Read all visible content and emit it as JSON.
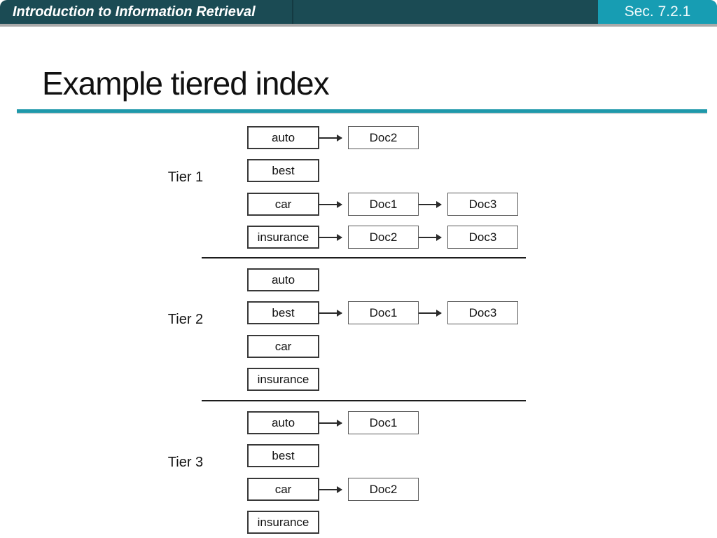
{
  "header": {
    "course_title": "Introduction to Information Retrieval",
    "section_label": "Sec. 7.2.1"
  },
  "slide": {
    "title": "Example tiered index"
  },
  "colors": {
    "header_bar": "#1b4b54",
    "section_tab": "#179db3",
    "header_underline": "#a9a9a9",
    "title_rule": "#1e98aa"
  },
  "diagram": {
    "tiers": [
      {
        "label": "Tier 1",
        "rows": [
          {
            "term": "auto",
            "postings": [
              "Doc2"
            ]
          },
          {
            "term": "best",
            "postings": []
          },
          {
            "term": "car",
            "postings": [
              "Doc1",
              "Doc3"
            ]
          },
          {
            "term": "insurance",
            "postings": [
              "Doc2",
              "Doc3"
            ]
          }
        ]
      },
      {
        "label": "Tier 2",
        "rows": [
          {
            "term": "auto",
            "postings": []
          },
          {
            "term": "best",
            "postings": [
              "Doc1",
              "Doc3"
            ]
          },
          {
            "term": "car",
            "postings": []
          },
          {
            "term": "insurance",
            "postings": []
          }
        ]
      },
      {
        "label": "Tier 3",
        "rows": [
          {
            "term": "auto",
            "postings": [
              "Doc1"
            ]
          },
          {
            "term": "best",
            "postings": []
          },
          {
            "term": "car",
            "postings": [
              "Doc2"
            ]
          },
          {
            "term": "insurance",
            "postings": []
          }
        ]
      }
    ]
  }
}
